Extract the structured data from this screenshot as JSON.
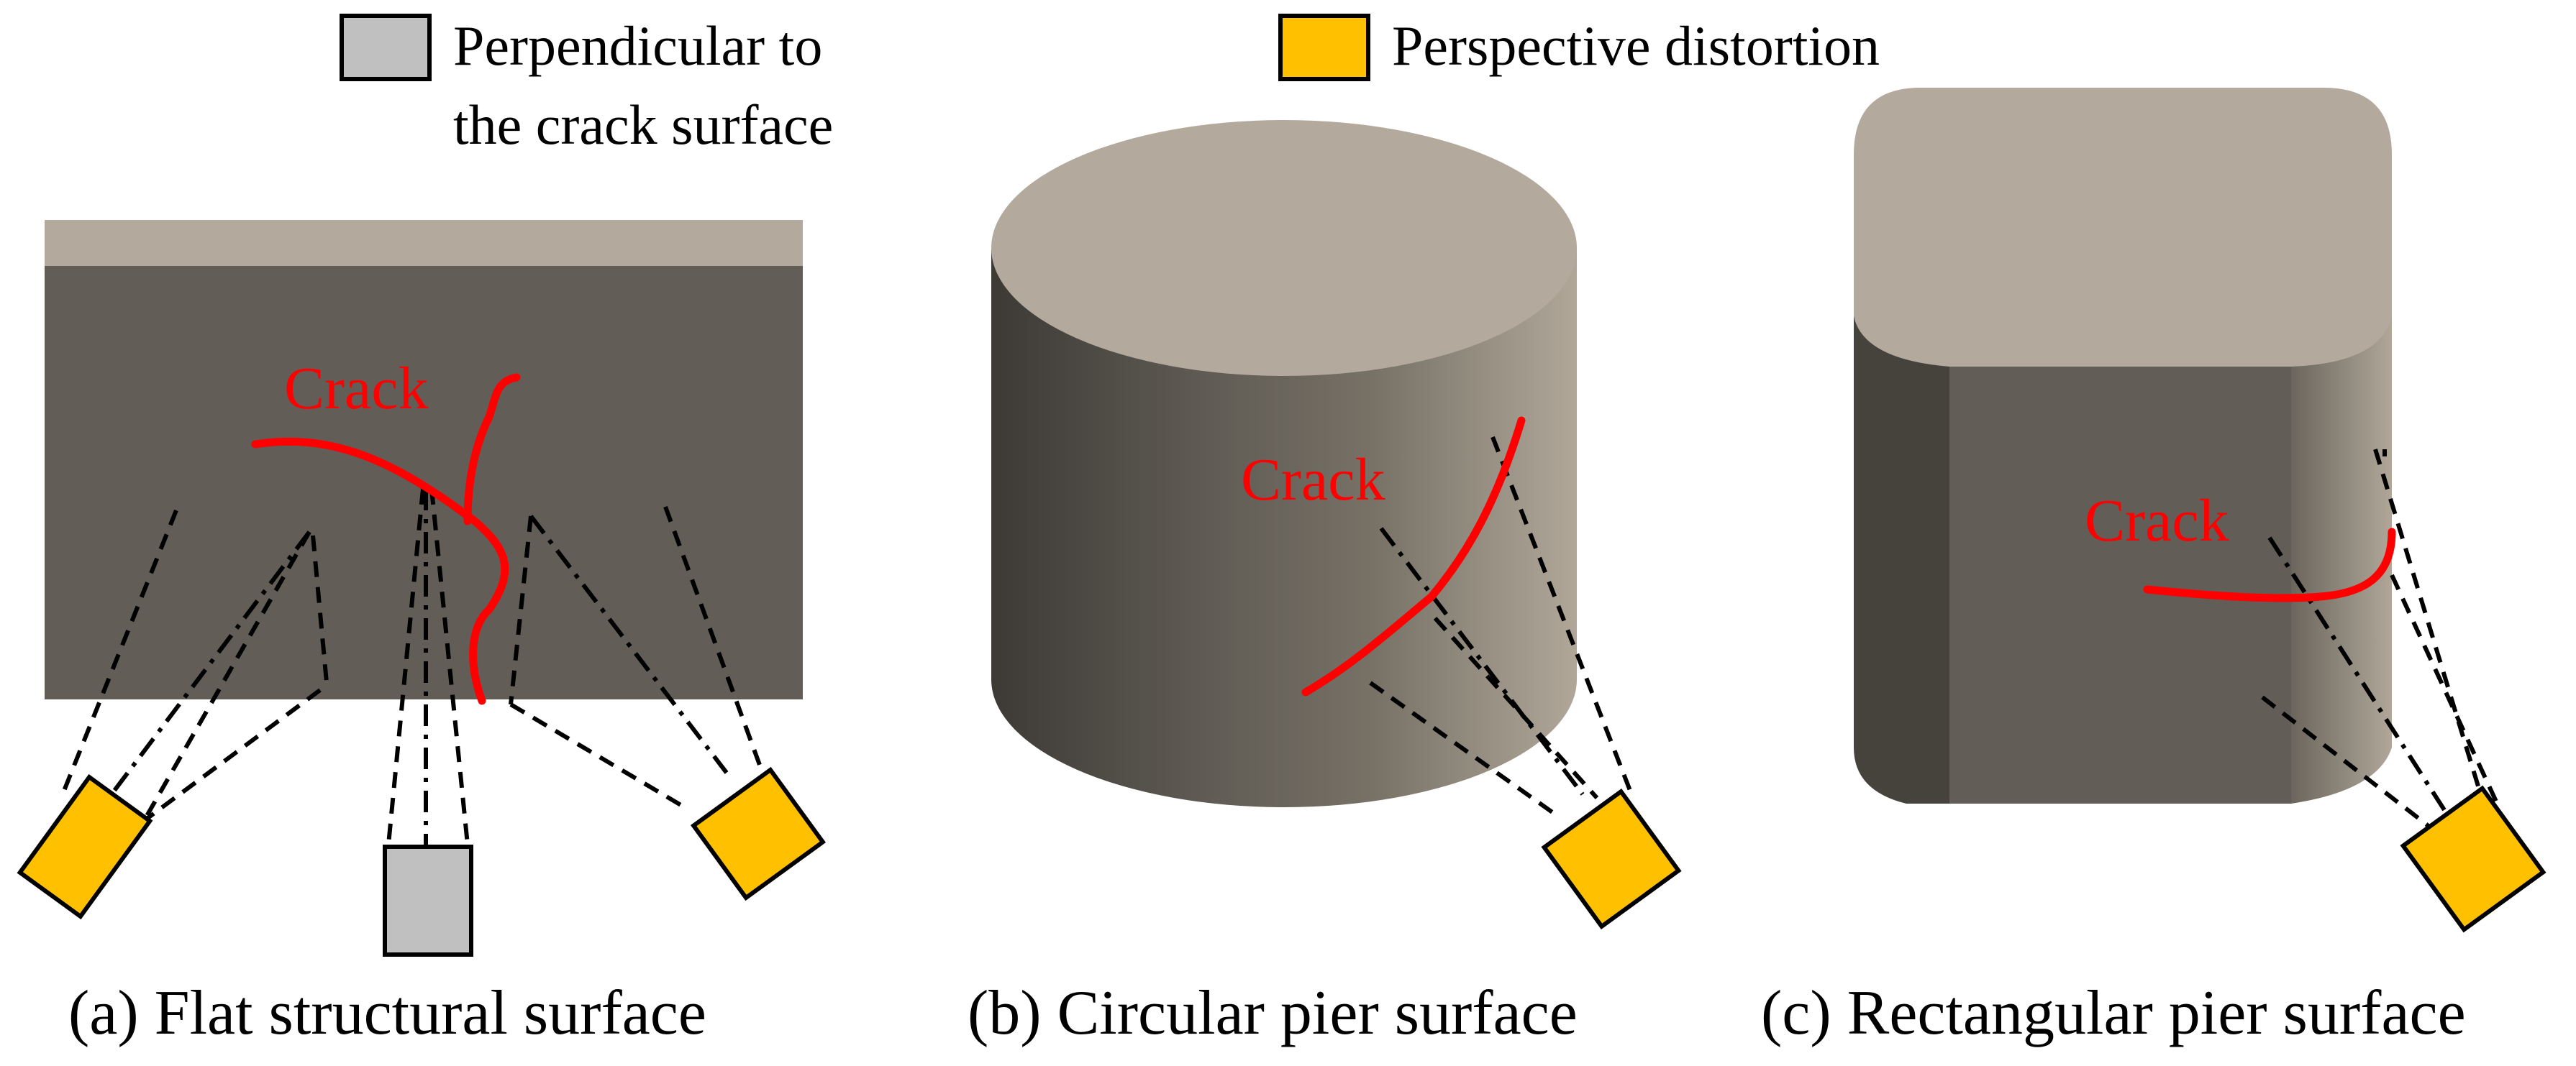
{
  "legend": {
    "items": [
      {
        "label_line1": "Perpendicular to",
        "label_line2": "the crack surface",
        "color": "#C0C0C0"
      },
      {
        "label_line1": "Perspective distortion",
        "label_line2": "",
        "color": "#FFC000"
      }
    ]
  },
  "panels": [
    {
      "caption": "(a) Flat structural surface",
      "crack_label": "Crack"
    },
    {
      "caption": "(b) Circular pier surface",
      "crack_label": "Crack"
    },
    {
      "caption": "(c) Rectangular pier surface",
      "crack_label": "Crack"
    }
  ],
  "colors": {
    "crack": "#FF0000",
    "camera_perpendicular": "#C0C0C0",
    "camera_distorted": "#FFC000",
    "surface_dark": "#625E57",
    "surface_top": "#B3AA9D"
  }
}
